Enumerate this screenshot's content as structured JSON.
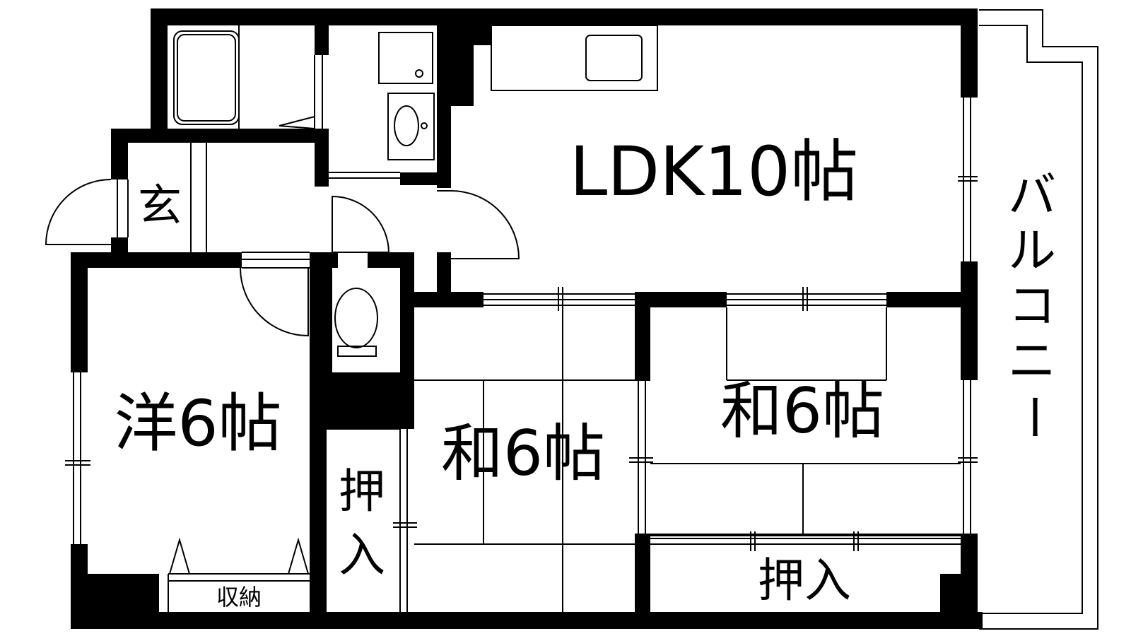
{
  "floorplan": {
    "labels": {
      "ldk": "LDK10帖",
      "western": "洋6帖",
      "japanese_center": "和6帖",
      "japanese_right": "和6帖",
      "entrance": "玄",
      "closet_vertical_top": "押",
      "closet_vertical_bottom": "入",
      "closet_bottom": "押入",
      "storage": "収納",
      "balcony_1": "バ",
      "balcony_2": "ル",
      "balcony_3": "コ",
      "balcony_4": "ニ",
      "balcony_5": "ー"
    },
    "colors": {
      "wall": "#000000",
      "background": "#ffffff",
      "line": "#000000"
    }
  }
}
